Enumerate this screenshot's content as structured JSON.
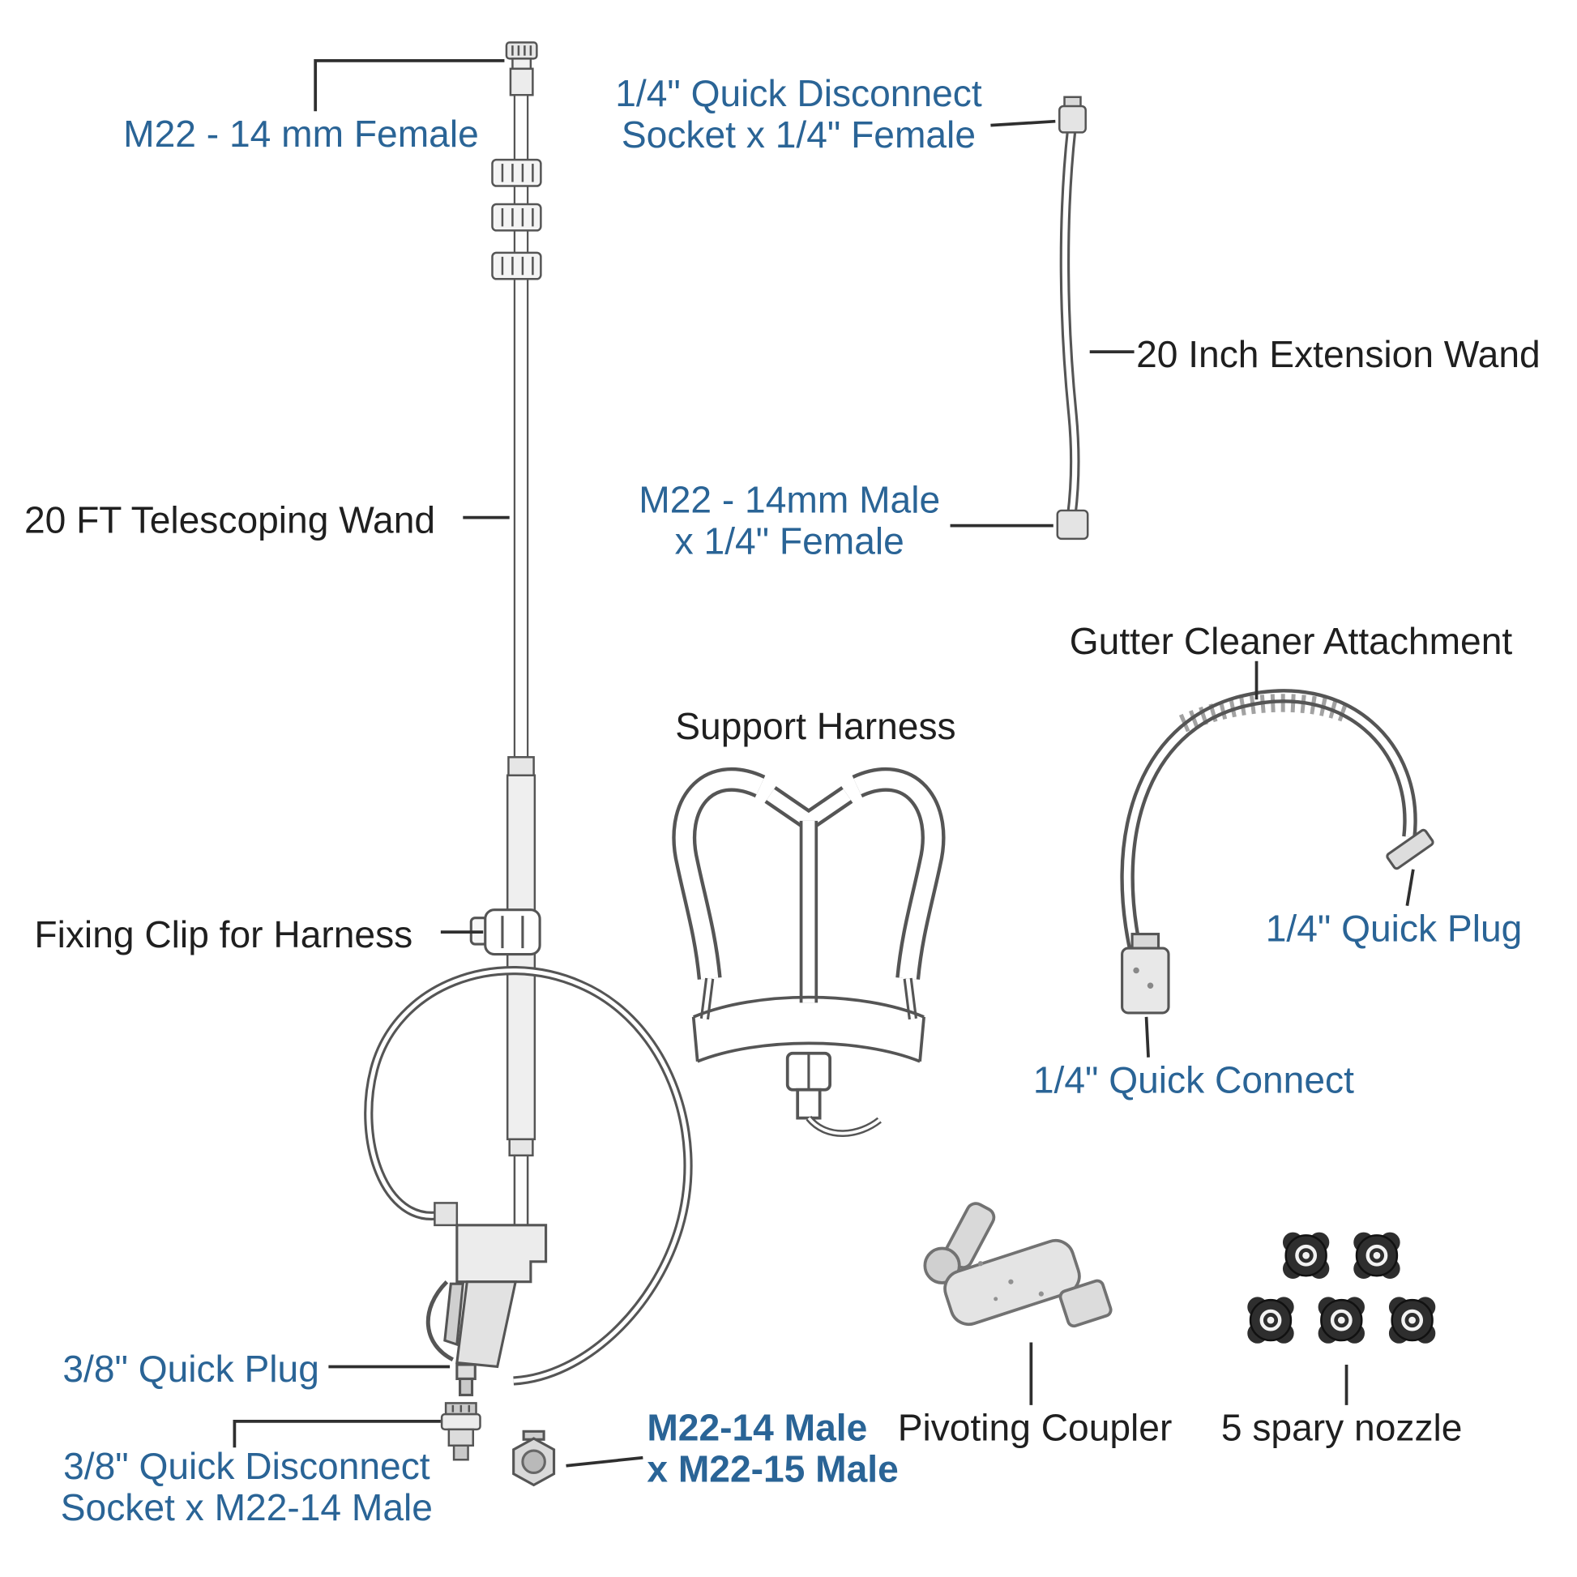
{
  "diagram": {
    "colors": {
      "label_blue": "#2a6496",
      "label_black": "#1f1f1f",
      "line": "#3a3a3a"
    },
    "labels": {
      "m22_14_female": "M22 - 14 mm Female",
      "qd_socket_quarter_l1": "1/4\" Quick Disconnect",
      "qd_socket_quarter_l2": "Socket x 1/4\" Female",
      "extension_wand": "20 Inch Extension Wand",
      "telescoping_wand": "20 FT Telescoping Wand",
      "m22_male_quarter_l1": "M22 - 14mm Male",
      "m22_male_quarter_l2": "x 1/4\" Female",
      "gutter_cleaner": "Gutter Cleaner Attachment",
      "support_harness": "Support Harness",
      "fixing_clip": "Fixing Clip for Harness",
      "quarter_quick_plug": "1/4\" Quick Plug",
      "quarter_quick_connect": "1/4\" Quick Connect",
      "three_eighth_quick_plug": "3/8\" Quick Plug",
      "pivoting_coupler": "Pivoting Coupler",
      "spray_nozzles": "5 spary nozzle",
      "three_eighth_qd_l1": "3/8\" Quick Disconnect",
      "three_eighth_qd_l2": "Socket x M22-14 Male",
      "m22_14_15_l1": "M22-14 Male",
      "m22_14_15_l2": "x M22-15 Male"
    }
  }
}
